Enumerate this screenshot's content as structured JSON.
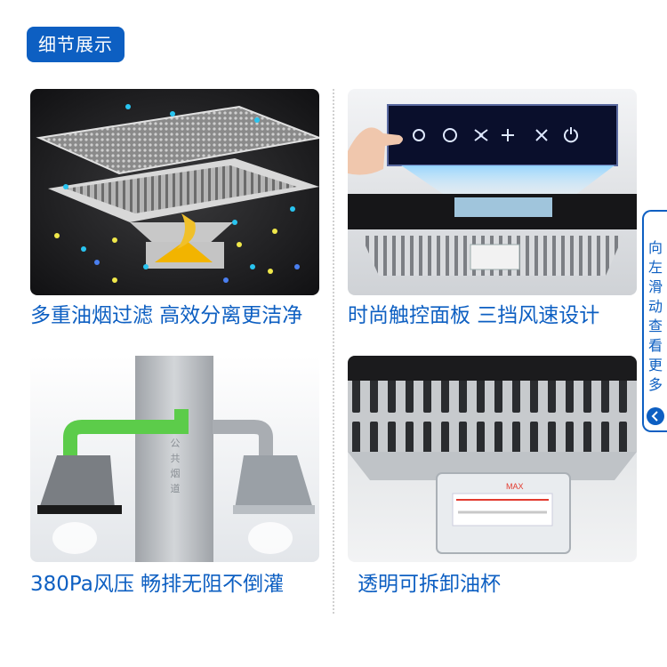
{
  "header": {
    "badge": "细节展示"
  },
  "panels": [
    {
      "caption": "多重油烟过滤 高效分离更洁净"
    },
    {
      "caption": "时尚触控面板 三挡风速设计"
    },
    {
      "caption": "380Pa风压 畅排无阻不倒灌",
      "pipe_text": [
        "公",
        "共",
        "烟",
        "道"
      ]
    },
    {
      "caption": "透明可拆卸油杯",
      "cup_label": "MAX"
    }
  ],
  "side_tab": {
    "chars": [
      "向",
      "左",
      "滑",
      "动",
      "查",
      "看",
      "更",
      "多"
    ]
  },
  "colors": {
    "accent": "#0d5fc2",
    "pipe_green": "#5ccc4a",
    "panel_dark": "#1e1e20"
  }
}
